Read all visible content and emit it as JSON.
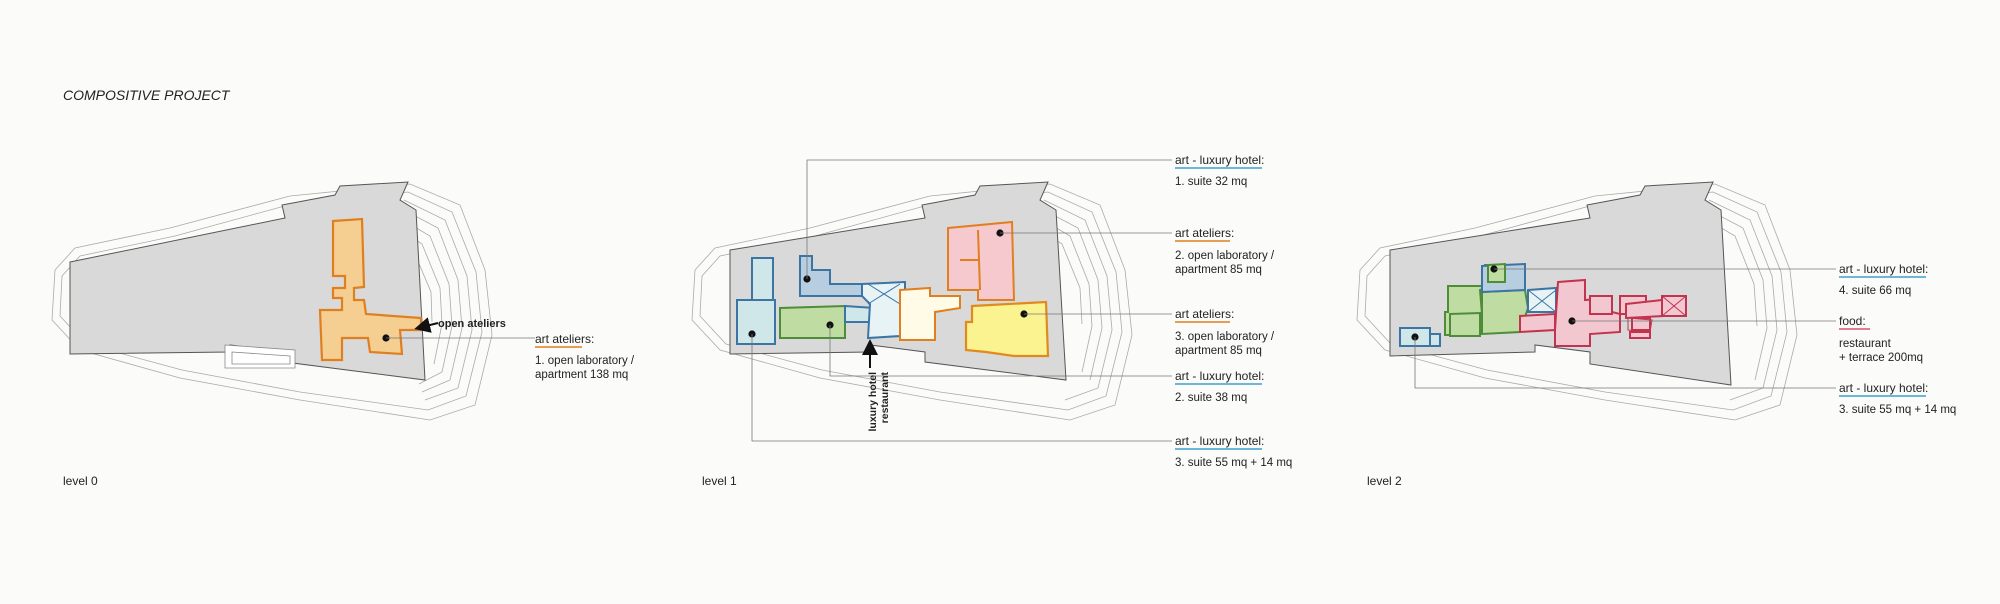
{
  "title": "COMPOSITIVE PROJECT",
  "colors": {
    "orange": "#e07f1f",
    "orange_fill": "#f4cf91",
    "blue": "#3c74a3",
    "blue_fill": "#b7cde0",
    "cyan_fill": "#cfe7e8",
    "green": "#4f8c3a",
    "green_fill": "#bfdca3",
    "pink": "#d9536d",
    "pink_fill": "#f6c9cf",
    "yellow": "#e08a1e",
    "yellow_fill": "#fbf38f",
    "red": "#c2334f",
    "red_fill": "#f3c7cf"
  },
  "levels": [
    {
      "label": "level 0",
      "callouts": [
        "open ateliers"
      ],
      "annotations": [
        {
          "heading": "art ateliers:",
          "lines": [
            "1. open laboratory /",
            "apartment  138 mq"
          ],
          "color": "#e07f1f"
        }
      ]
    },
    {
      "label": "level 1",
      "vertical_label": [
        "luxury hotel",
        "restaurant"
      ],
      "annotations": [
        {
          "heading": "art - luxury hotel:",
          "lines": [
            "1. suite 32 mq"
          ],
          "color": "#3c9fd0"
        },
        {
          "heading": "art ateliers:",
          "lines": [
            "2. open laboratory /",
            "apartment  85 mq"
          ],
          "color": "#e07f1f"
        },
        {
          "heading": "art ateliers:",
          "lines": [
            "3. open laboratory /",
            "apartment 85 mq"
          ],
          "color": "#e07f1f"
        },
        {
          "heading": "art - luxury hotel:",
          "lines": [
            "2. suite 38 mq"
          ],
          "color": "#3c9fd0"
        },
        {
          "heading": "art - luxury hotel:",
          "lines": [
            "3. suite 55 mq + 14 mq"
          ],
          "color": "#3c9fd0"
        }
      ]
    },
    {
      "label": "level 2",
      "annotations": [
        {
          "heading": "art - luxury hotel:",
          "lines": [
            "4. suite 66 mq"
          ],
          "color": "#3c9fd0"
        },
        {
          "heading": "food:",
          "lines": [
            "restaurant",
            "+ terrace  200mq"
          ],
          "color": "#d9536d"
        },
        {
          "heading": "art - luxury hotel:",
          "lines": [
            "3. suite 55 mq + 14 mq"
          ],
          "color": "#3c9fd0"
        }
      ]
    }
  ]
}
